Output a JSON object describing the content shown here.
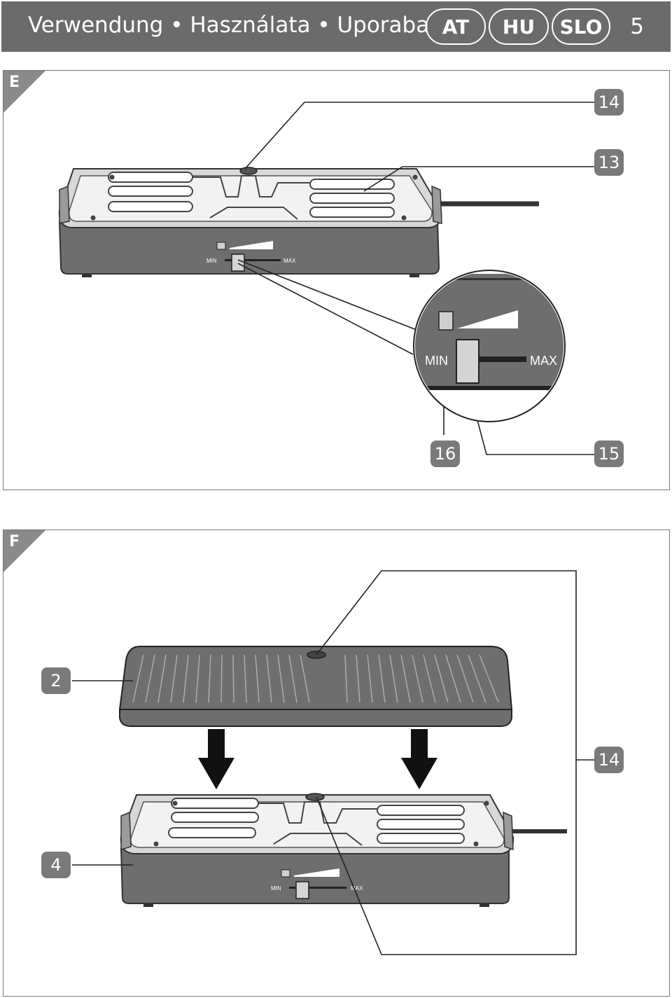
{
  "header": {
    "title": "Verwendung • Használata • Uporaba",
    "badges": [
      "AT",
      "HU",
      "SLO"
    ],
    "page_number": "5"
  },
  "figure_e": {
    "label": "E",
    "callouts": [
      "14",
      "13",
      "16",
      "15"
    ],
    "control_min": "MIN",
    "control_max": "MAX",
    "zoom_min": "MIN",
    "zoom_max": "MAX"
  },
  "figure_f": {
    "label": "F",
    "callouts": [
      "2",
      "14",
      "4"
    ],
    "control_min": "MIN",
    "control_max": "MAX"
  },
  "colors": {
    "header_bg": "#6b6b6b",
    "callout_bg": "#7a7a7a",
    "device_body": "#6e6e6e"
  }
}
